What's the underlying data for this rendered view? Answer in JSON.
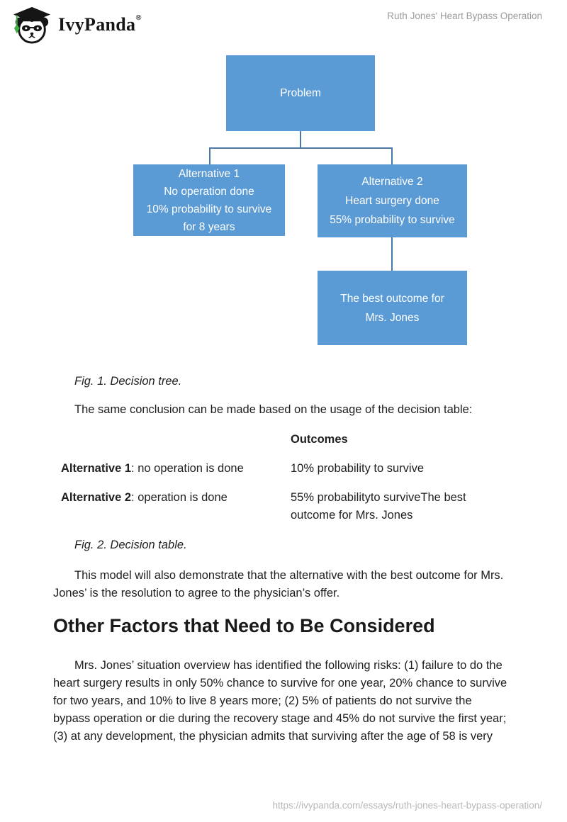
{
  "header": {
    "brand": "IvyPanda",
    "registered": "®",
    "doc_title": "Ruth Jones' Heart Bypass Operation"
  },
  "diagram": {
    "box_color": "#5b9bd5",
    "line_color": "#4a78a8",
    "problem": "Problem",
    "alt1_lines": [
      "Alternative 1",
      "No operation done",
      "10% probability to survive",
      "for 8 years"
    ],
    "alt2_lines": [
      "Alternative 2",
      "Heart surgery done",
      "55% probability to survive"
    ],
    "outcome_lines": [
      "The best outcome for",
      "Mrs. Jones"
    ]
  },
  "content": {
    "fig1_caption": "Fig. 1. Decision tree.",
    "para1": "The same conclusion can be made based on the usage of the decision table:",
    "table": {
      "header": "Outcomes",
      "rows": [
        {
          "alternative": "Alternative 1",
          "description": ": no operation is done",
          "outcome_lines": [
            "10% probability to survive"
          ]
        },
        {
          "alternative": "Alternative 2",
          "description": ": operation is done",
          "outcome_lines": [
            "55% probabilityto surviveThe best",
            "outcome for Mrs. Jones"
          ]
        }
      ]
    },
    "fig2_caption": "Fig. 2. Decision table.",
    "para2_lines": [
      "This model will also demonstrate that the alternative with the best outcome for Mrs.",
      "Jones’ is the resolution to agree to the physician’s offer."
    ],
    "heading": "Other Factors that Need to Be Considered",
    "para3_lines": [
      "Mrs. Jones’ situation overview has identified the following risks: (1) failure to do the",
      "heart surgery results in only 50% chance to survive for one year, 20% chance to survive",
      "for two years, and 10% to live 8 years more; (2) 5% of patients do not survive the",
      "bypass operation or die during the recovery stage and 45% do not survive the first year;",
      "(3) at any development, the physician admits that surviving after the age of 58 is very"
    ]
  },
  "footer": {
    "url": "https://ivypanda.com/essays/ruth-jones-heart-bypass-operation/"
  }
}
